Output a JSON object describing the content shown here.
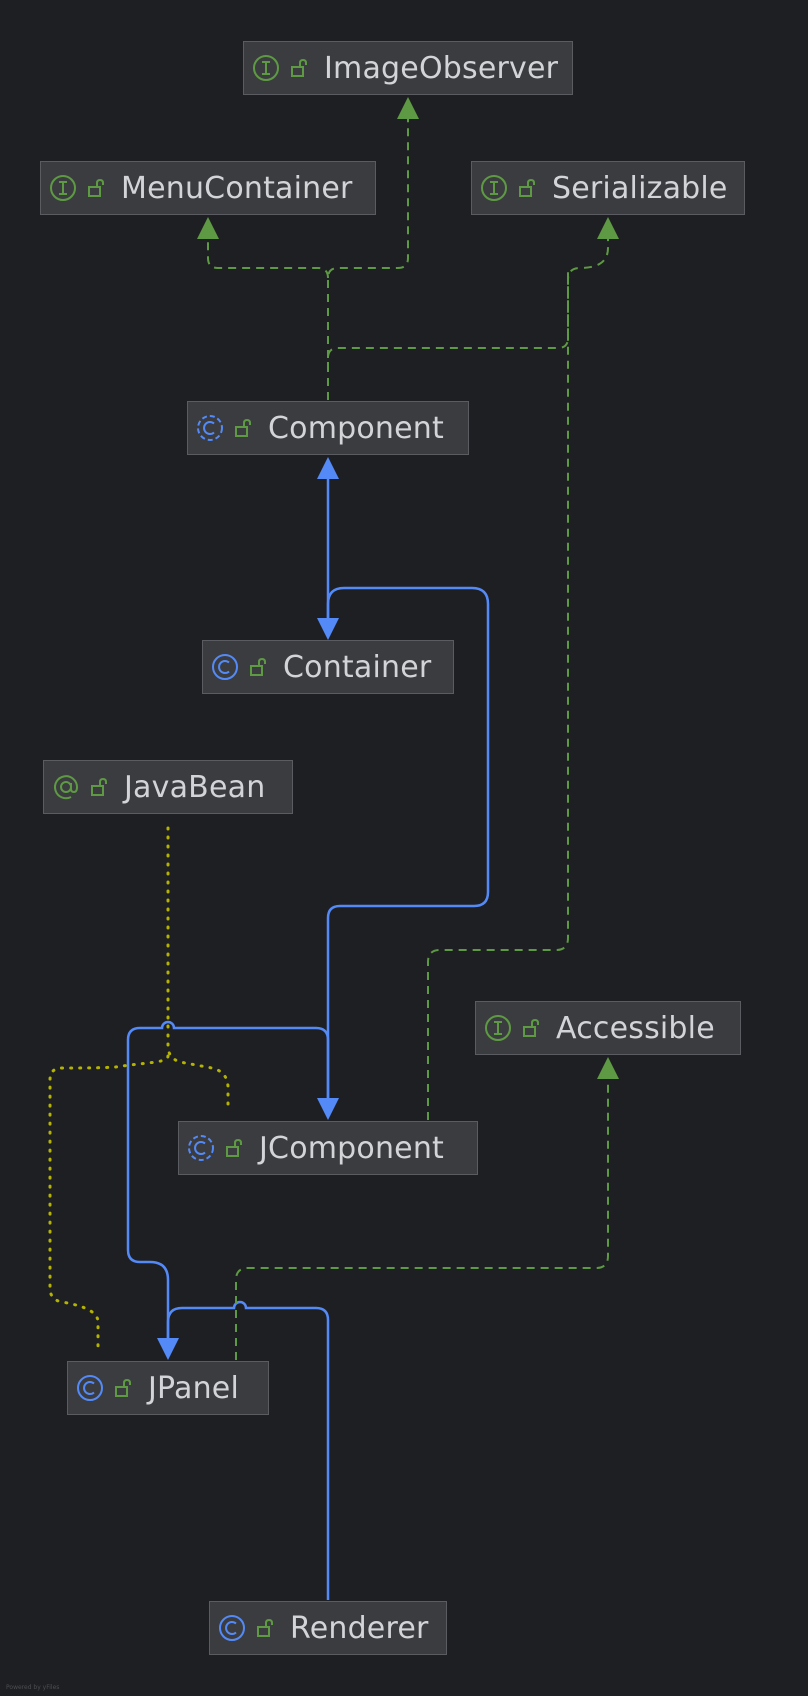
{
  "diagram": {
    "colors": {
      "background": "#1e1f22",
      "node_fill": "#3b3c3f",
      "node_border": "#5a5c61",
      "text": "#d2d4d8",
      "extends_edge": "#548af7",
      "implements_edge": "#5e9a44",
      "annotation_edge": "#b3b300",
      "class_icon": "#548af7",
      "interface_icon": "#5e9a44"
    },
    "nodes": [
      {
        "id": "ImageObserver",
        "label": "ImageObserver",
        "kind": "interface"
      },
      {
        "id": "MenuContainer",
        "label": "MenuContainer",
        "kind": "interface"
      },
      {
        "id": "Serializable",
        "label": "Serializable",
        "kind": "interface"
      },
      {
        "id": "Component",
        "label": "Component",
        "kind": "abstract-class"
      },
      {
        "id": "Container",
        "label": "Container",
        "kind": "class"
      },
      {
        "id": "JavaBean",
        "label": "JavaBean",
        "kind": "annotation"
      },
      {
        "id": "Accessible",
        "label": "Accessible",
        "kind": "interface"
      },
      {
        "id": "JComponent",
        "label": "JComponent",
        "kind": "abstract-class"
      },
      {
        "id": "JPanel",
        "label": "JPanel",
        "kind": "class"
      },
      {
        "id": "Renderer",
        "label": "Renderer",
        "kind": "class"
      }
    ],
    "edges": [
      {
        "from": "Component",
        "to": "ImageObserver",
        "type": "implements"
      },
      {
        "from": "Component",
        "to": "MenuContainer",
        "type": "implements"
      },
      {
        "from": "Component",
        "to": "Serializable",
        "type": "implements"
      },
      {
        "from": "JComponent",
        "to": "Serializable",
        "type": "implements"
      },
      {
        "from": "Container",
        "to": "Component",
        "type": "extends"
      },
      {
        "from": "JComponent",
        "to": "Container",
        "type": "extends"
      },
      {
        "from": "JPanel",
        "to": "JComponent",
        "type": "extends"
      },
      {
        "from": "Renderer",
        "to": "JPanel",
        "type": "extends"
      },
      {
        "from": "JPanel",
        "to": "Accessible",
        "type": "implements"
      },
      {
        "from": "JComponent",
        "to": "JavaBean",
        "type": "annotated"
      },
      {
        "from": "JPanel",
        "to": "JavaBean",
        "type": "annotated"
      }
    ],
    "footer": "Powered by yFiles"
  }
}
